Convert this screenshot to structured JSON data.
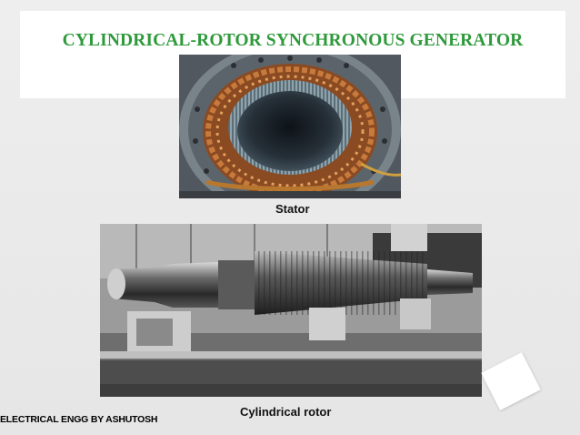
{
  "slide": {
    "title": "CYLINDRICAL-ROTOR SYNCHRONOUS GENERATOR",
    "stator_caption": "Stator",
    "rotor_caption": "Cylindrical rotor",
    "footer": "ELECTRICAL ENGG BY ASHUTOSH"
  },
  "colors": {
    "title": "#2f9a3b",
    "background": "#ececec",
    "band": "#ffffff"
  }
}
